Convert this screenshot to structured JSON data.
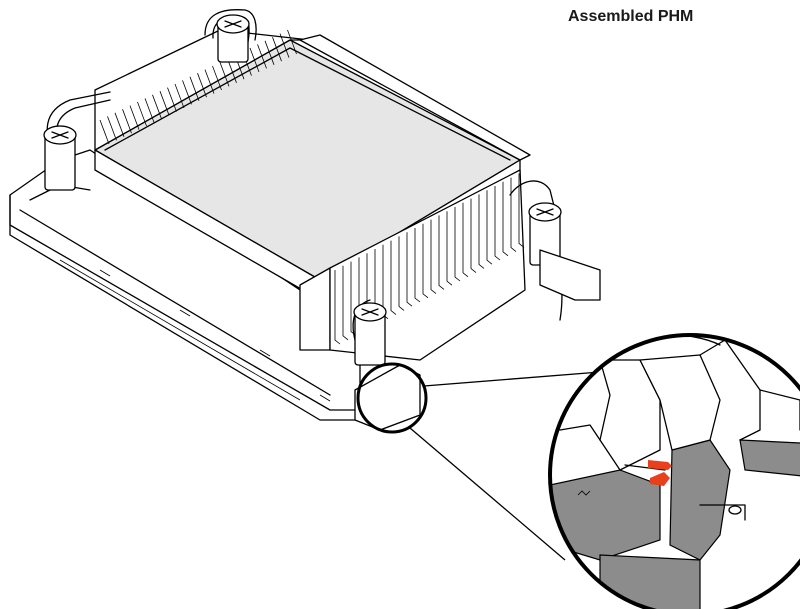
{
  "title": "Assembled PHM",
  "colors": {
    "line": "#000000",
    "heatsink_top": "#e6e6e6",
    "background": "#ffffff",
    "socket_gray": "#8c8c8c",
    "arrow_red": "#e8401c"
  },
  "icons": {
    "callout_circle": "magnifier-circle",
    "arrows": "red-alignment-arrows"
  }
}
